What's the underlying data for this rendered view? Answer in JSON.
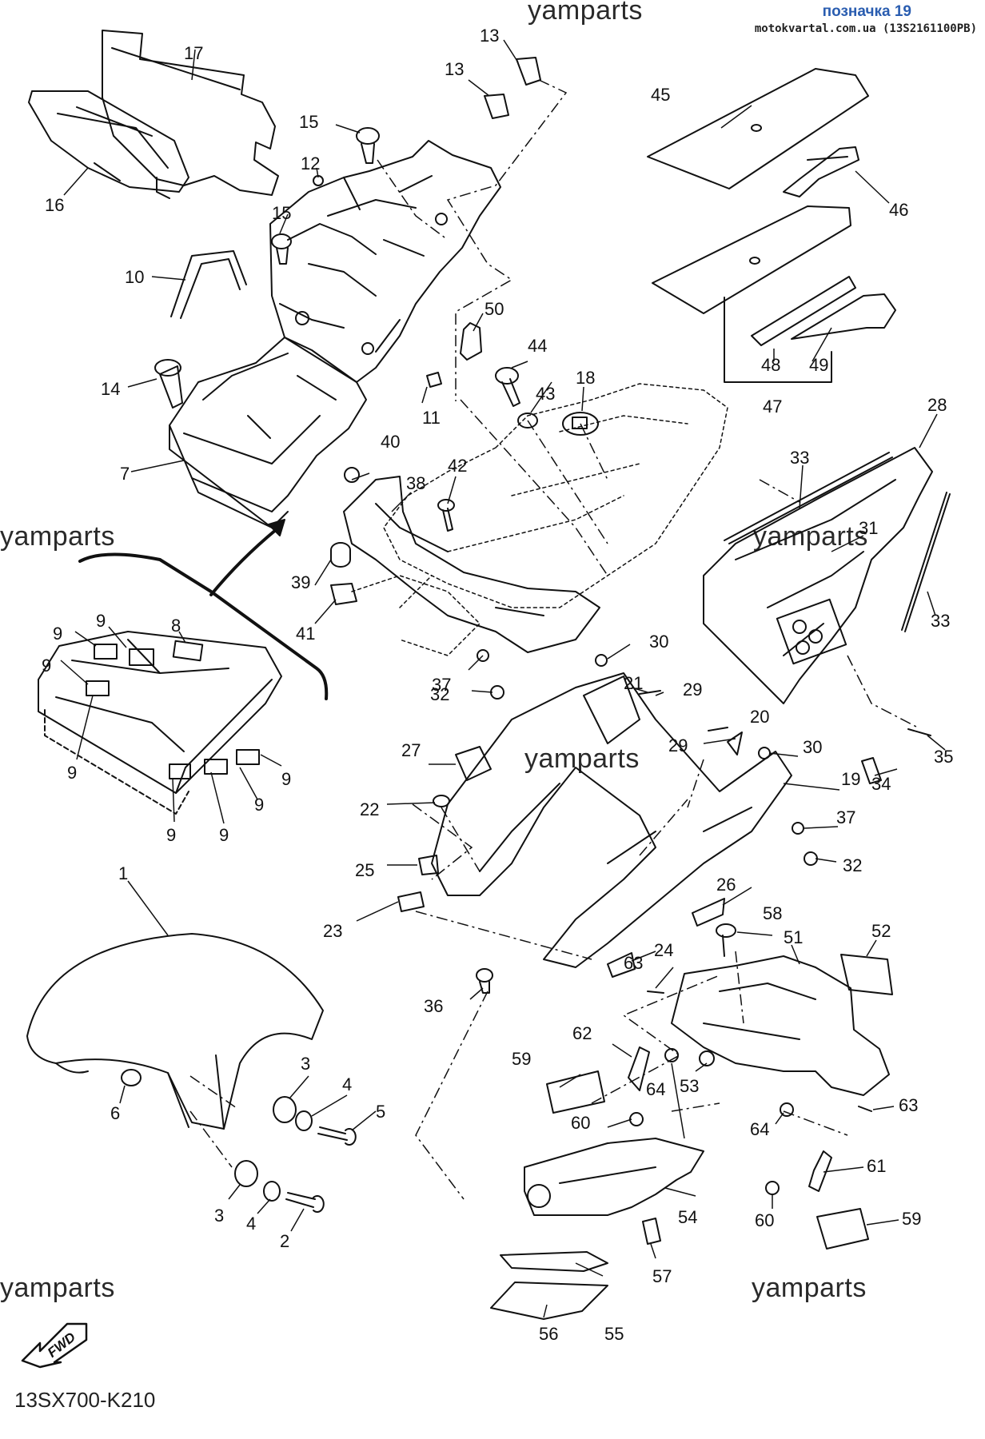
{
  "header": {
    "title": "позначка 19",
    "source": "motokvartal.com.ua (13S2161100PB)"
  },
  "watermarks": [
    "yamparts",
    "yamparts",
    "yamparts",
    "yamparts",
    "yamparts",
    "yamparts"
  ],
  "diagram_code": "13SX700-K210",
  "fwd_label": "FWD",
  "callouts": [
    {
      "id": "c1",
      "text": "1"
    },
    {
      "id": "c2",
      "text": "2"
    },
    {
      "id": "c3a",
      "text": "3"
    },
    {
      "id": "c3b",
      "text": "3"
    },
    {
      "id": "c4a",
      "text": "4"
    },
    {
      "id": "c4b",
      "text": "4"
    },
    {
      "id": "c5",
      "text": "5"
    },
    {
      "id": "c6",
      "text": "6"
    },
    {
      "id": "c7",
      "text": "7"
    },
    {
      "id": "c8",
      "text": "8"
    },
    {
      "id": "c9a",
      "text": "9"
    },
    {
      "id": "c9b",
      "text": "9"
    },
    {
      "id": "c9c",
      "text": "9"
    },
    {
      "id": "c9d",
      "text": "9"
    },
    {
      "id": "c9e",
      "text": "9"
    },
    {
      "id": "c9f",
      "text": "9"
    },
    {
      "id": "c9g",
      "text": "9"
    },
    {
      "id": "c9h",
      "text": "9"
    },
    {
      "id": "c10",
      "text": "10"
    },
    {
      "id": "c11",
      "text": "11"
    },
    {
      "id": "c12",
      "text": "12"
    },
    {
      "id": "c13a",
      "text": "13"
    },
    {
      "id": "c13b",
      "text": "13"
    },
    {
      "id": "c14",
      "text": "14"
    },
    {
      "id": "c15a",
      "text": "15"
    },
    {
      "id": "c15b",
      "text": "15"
    },
    {
      "id": "c16",
      "text": "16"
    },
    {
      "id": "c17",
      "text": "17"
    },
    {
      "id": "c18",
      "text": "18"
    },
    {
      "id": "c19",
      "text": "19"
    },
    {
      "id": "c20",
      "text": "20"
    },
    {
      "id": "c21",
      "text": "21"
    },
    {
      "id": "c22",
      "text": "22"
    },
    {
      "id": "c23",
      "text": "23"
    },
    {
      "id": "c24",
      "text": "24"
    },
    {
      "id": "c25",
      "text": "25"
    },
    {
      "id": "c26",
      "text": "26"
    },
    {
      "id": "c27",
      "text": "27"
    },
    {
      "id": "c28",
      "text": "28"
    },
    {
      "id": "c29a",
      "text": "29"
    },
    {
      "id": "c29b",
      "text": "29"
    },
    {
      "id": "c30a",
      "text": "30"
    },
    {
      "id": "c30b",
      "text": "30"
    },
    {
      "id": "c31",
      "text": "31"
    },
    {
      "id": "c32a",
      "text": "32"
    },
    {
      "id": "c32b",
      "text": "32"
    },
    {
      "id": "c33a",
      "text": "33"
    },
    {
      "id": "c33b",
      "text": "33"
    },
    {
      "id": "c34",
      "text": "34"
    },
    {
      "id": "c35",
      "text": "35"
    },
    {
      "id": "c36",
      "text": "36"
    },
    {
      "id": "c37a",
      "text": "37"
    },
    {
      "id": "c37b",
      "text": "37"
    },
    {
      "id": "c38",
      "text": "38"
    },
    {
      "id": "c39",
      "text": "39"
    },
    {
      "id": "c40",
      "text": "40"
    },
    {
      "id": "c41",
      "text": "41"
    },
    {
      "id": "c42",
      "text": "42"
    },
    {
      "id": "c43",
      "text": "43"
    },
    {
      "id": "c44",
      "text": "44"
    },
    {
      "id": "c45",
      "text": "45"
    },
    {
      "id": "c46",
      "text": "46"
    },
    {
      "id": "c47",
      "text": "47"
    },
    {
      "id": "c48",
      "text": "48"
    },
    {
      "id": "c49",
      "text": "49"
    },
    {
      "id": "c50",
      "text": "50"
    },
    {
      "id": "c51",
      "text": "51"
    },
    {
      "id": "c52",
      "text": "52"
    },
    {
      "id": "c53",
      "text": "53"
    },
    {
      "id": "c54",
      "text": "54"
    },
    {
      "id": "c55",
      "text": "55"
    },
    {
      "id": "c56",
      "text": "56"
    },
    {
      "id": "c57",
      "text": "57"
    },
    {
      "id": "c58",
      "text": "58"
    },
    {
      "id": "c59a",
      "text": "59"
    },
    {
      "id": "c59b",
      "text": "59"
    },
    {
      "id": "c60a",
      "text": "60"
    },
    {
      "id": "c60b",
      "text": "60"
    },
    {
      "id": "c61",
      "text": "61"
    },
    {
      "id": "c62",
      "text": "62"
    },
    {
      "id": "c63a",
      "text": "63"
    },
    {
      "id": "c63b",
      "text": "63"
    },
    {
      "id": "c64a",
      "text": "64"
    },
    {
      "id": "c64b",
      "text": "64"
    }
  ]
}
